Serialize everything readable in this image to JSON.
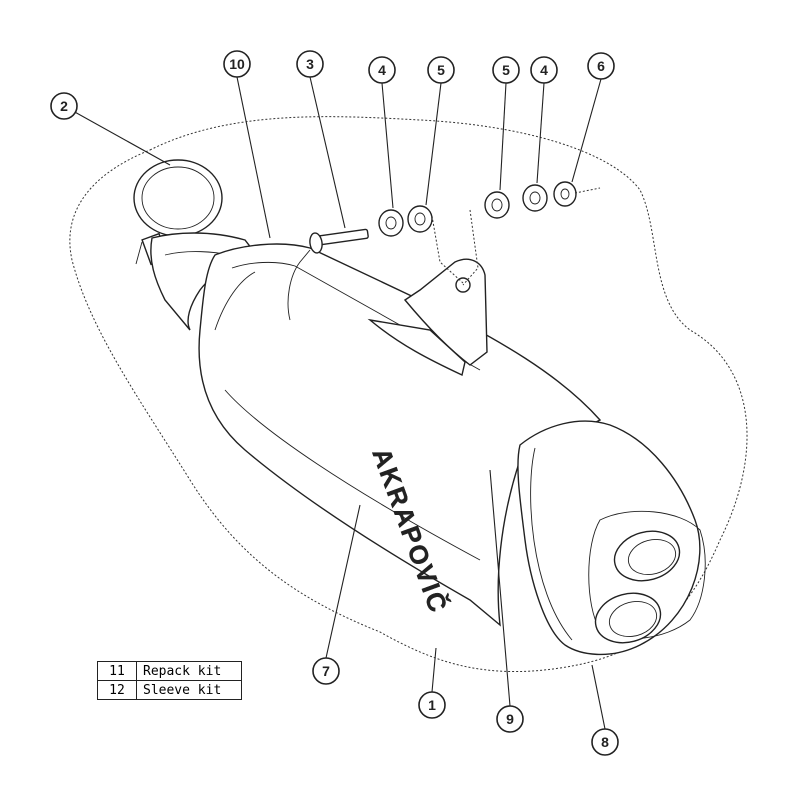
{
  "callouts": [
    {
      "label": "1"
    },
    {
      "label": "2"
    },
    {
      "label": "3"
    },
    {
      "label": "4"
    },
    {
      "label": "5"
    },
    {
      "label": "5"
    },
    {
      "label": "4"
    },
    {
      "label": "6"
    },
    {
      "label": "7"
    },
    {
      "label": "8"
    },
    {
      "label": "9"
    },
    {
      "label": "10"
    }
  ],
  "brand_logo_text": "AKRAPOVIČ",
  "kit_table": {
    "rows": [
      {
        "number": "11",
        "name": "Repack kit"
      },
      {
        "number": "12",
        "name": "Sleeve kit"
      }
    ]
  }
}
